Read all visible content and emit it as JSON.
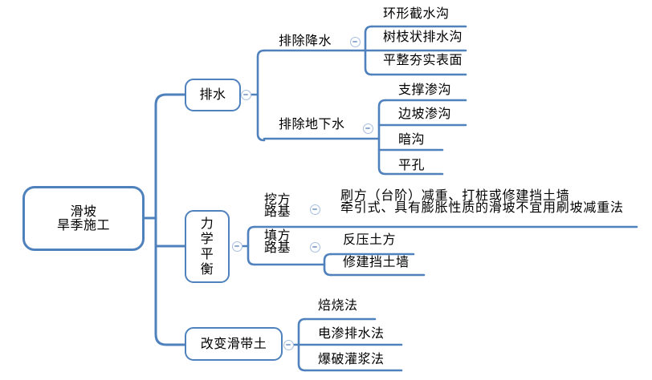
{
  "colors": {
    "line_blue": "#4f81bd",
    "text": "#000000",
    "collapse_icon_border": "#aabfde",
    "collapse_icon_dash": "#93abd0",
    "background": "#ffffff"
  },
  "icons": {
    "collapse_glyph": "−"
  },
  "mindmap": {
    "root": {
      "label": "滑坡\n旱季施工",
      "children": [
        {
          "label": "排水",
          "collapse_icon": "−",
          "children": [
            {
              "label": "排除降水",
              "collapse_icon": "−",
              "children": [
                {
                  "label": "环形截水沟"
                },
                {
                  "label": "树枝状排水沟"
                },
                {
                  "label": "平整夯实表面"
                }
              ]
            },
            {
              "label": "排除地下水",
              "collapse_icon": "−",
              "children": [
                {
                  "label": "支撑渗沟"
                },
                {
                  "label": "边坡渗沟"
                },
                {
                  "label": "暗沟"
                },
                {
                  "label": "平孔"
                }
              ]
            }
          ]
        },
        {
          "label": "力学平衡",
          "collapse_icon": "−",
          "children": [
            {
              "label": "挖方\n路基",
              "collapse_icon": "−",
              "children": [
                {
                  "label": "刷方（台阶）减重、打桩或修建挡土墙\n牵引式、具有膨胀性质的滑坡不宜用刷坡减重法"
                }
              ]
            },
            {
              "label": "填方\n路基",
              "collapse_icon": "−",
              "children": [
                {
                  "label": "反压土方"
                },
                {
                  "label": "修建挡土墙"
                }
              ]
            }
          ]
        },
        {
          "label": "改变滑带土",
          "collapse_icon": "−",
          "children": [
            {
              "label": "焙烧法"
            },
            {
              "label": "电渗排水法"
            },
            {
              "label": "爆破灌浆法"
            }
          ]
        }
      ]
    }
  }
}
